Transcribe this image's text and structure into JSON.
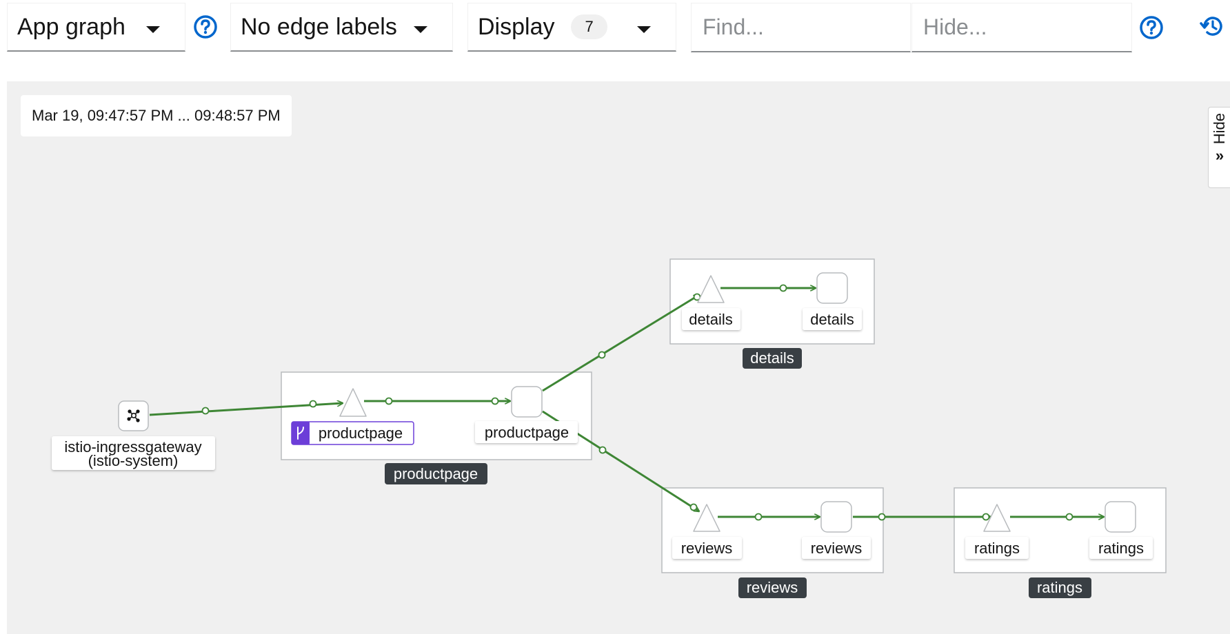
{
  "toolbar": {
    "graph_type": {
      "label": "App graph"
    },
    "edge_labels": {
      "label": "No edge labels"
    },
    "display": {
      "label": "Display",
      "count": "7"
    },
    "find": {
      "placeholder": "Find..."
    },
    "hide": {
      "placeholder": "Hide..."
    }
  },
  "canvas": {
    "time_range": "Mar 19, 09:47:57 PM ... 09:48:57 PM",
    "hide_tab_label": "Hide"
  },
  "graph": {
    "ingress": {
      "line1": "istio-ingressgateway",
      "line2": "(istio-system)"
    },
    "productpage": {
      "service": "productpage",
      "workload": "productpage",
      "box": "productpage"
    },
    "details": {
      "service": "details",
      "workload": "details",
      "box": "details"
    },
    "reviews": {
      "service": "reviews",
      "workload": "reviews",
      "box": "reviews"
    },
    "ratings": {
      "service": "ratings",
      "workload": "ratings",
      "box": "ratings"
    }
  },
  "colors": {
    "edge": "#3e8635",
    "help": "#0066cc",
    "virtual_service": "#6c3ed8",
    "box_label_bg": "#393f44"
  },
  "icons": [
    "chevron-down-icon",
    "help-circle-icon",
    "history-icon",
    "gateway-icon",
    "branch-icon",
    "double-chevron-right-icon"
  ]
}
